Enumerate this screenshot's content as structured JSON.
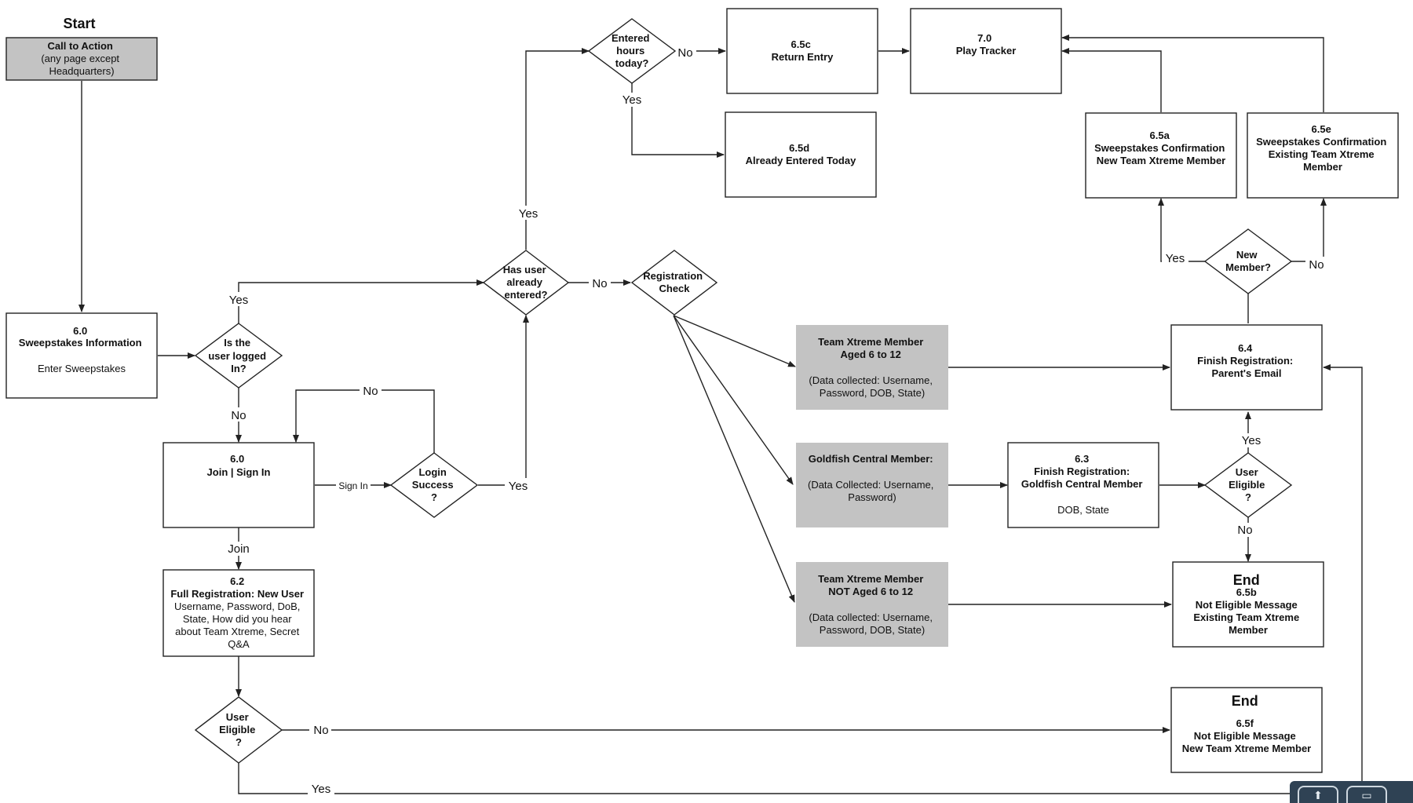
{
  "start_label": "Start",
  "nodes": {
    "cta": {
      "lines": [
        "Call to Action",
        "(any page except",
        "Headquarters)"
      ]
    },
    "sweep_info": {
      "lines": [
        "6.0",
        "Sweepstakes Information",
        "",
        "Enter Sweepstakes"
      ]
    },
    "logged_in": {
      "lines": [
        "Is the",
        "user logged",
        "In?"
      ]
    },
    "join_signin": {
      "lines": [
        "6.0",
        "Join | Sign In"
      ]
    },
    "login_success": {
      "lines": [
        "Login",
        "Success",
        "?"
      ]
    },
    "full_reg": {
      "lines": [
        "6.2",
        "Full Registration: New User",
        "Username, Password, DoB,",
        "State, How did you hear",
        "about Team Xtreme, Secret",
        "Q&A"
      ]
    },
    "user_eligible_left": {
      "lines": [
        "User",
        "Eligible",
        "?"
      ]
    },
    "has_entered": {
      "lines": [
        "Has user",
        "already",
        "entered?"
      ]
    },
    "reg_check": {
      "lines": [
        "Registration",
        "Check"
      ]
    },
    "entered_hours": {
      "lines": [
        "Entered",
        "hours",
        "today?"
      ]
    },
    "return_entry": {
      "lines": [
        "6.5c",
        "Return Entry"
      ]
    },
    "play_tracker": {
      "lines": [
        "7.0",
        "Play Tracker"
      ]
    },
    "already_entered": {
      "lines": [
        "6.5d",
        "Already Entered Today"
      ]
    },
    "confirm_new": {
      "lines": [
        "6.5a",
        "Sweepstakes Confirmation",
        "New Team Xtreme Member"
      ]
    },
    "confirm_existing": {
      "lines": [
        "6.5e",
        "Sweepstakes Confirmation",
        "Existing Team Xtreme",
        "Member"
      ]
    },
    "new_member": {
      "lines": [
        "New",
        "Member?"
      ]
    },
    "tx_aged": {
      "lines": [
        "Team Xtreme Member",
        "Aged 6 to 12",
        "",
        "(Data collected: Username,",
        "Password, DOB, State)"
      ]
    },
    "goldfish": {
      "lines": [
        "Goldfish Central Member:",
        "",
        "(Data Collected: Username,",
        "Password)"
      ]
    },
    "tx_not_aged": {
      "lines": [
        "Team Xtreme Member",
        "NOT Aged 6 to 12",
        "",
        "(Data collected: Username,",
        "Password, DOB, State)"
      ]
    },
    "finish_parent": {
      "lines": [
        "6.4",
        "Finish Registration:",
        "Parent's Email"
      ]
    },
    "finish_goldfish": {
      "lines": [
        "6.3",
        "Finish Registration:",
        "Goldfish Central Member",
        "",
        "DOB, State"
      ]
    },
    "user_eligible_right": {
      "lines": [
        "User",
        "Eligible",
        "?"
      ]
    },
    "end_6_5b": {
      "lines": [
        "End",
        "6.5b",
        "Not Eligible Message",
        "Existing Team Xtreme",
        "Member"
      ]
    },
    "end_6_5f": {
      "lines": [
        "End",
        "6.5f",
        "Not Eligible Message",
        "New Team Xtreme Member"
      ]
    }
  },
  "edge_labels": {
    "yes": "Yes",
    "no": "No",
    "sign_in": "Sign In",
    "join": "Join"
  },
  "toolbar": {
    "btn1_glyph": "⬆",
    "btn2_glyph": "▭"
  },
  "colors": {
    "grey_fill": "#c3c3c3",
    "toolbar": "#2f4254"
  }
}
